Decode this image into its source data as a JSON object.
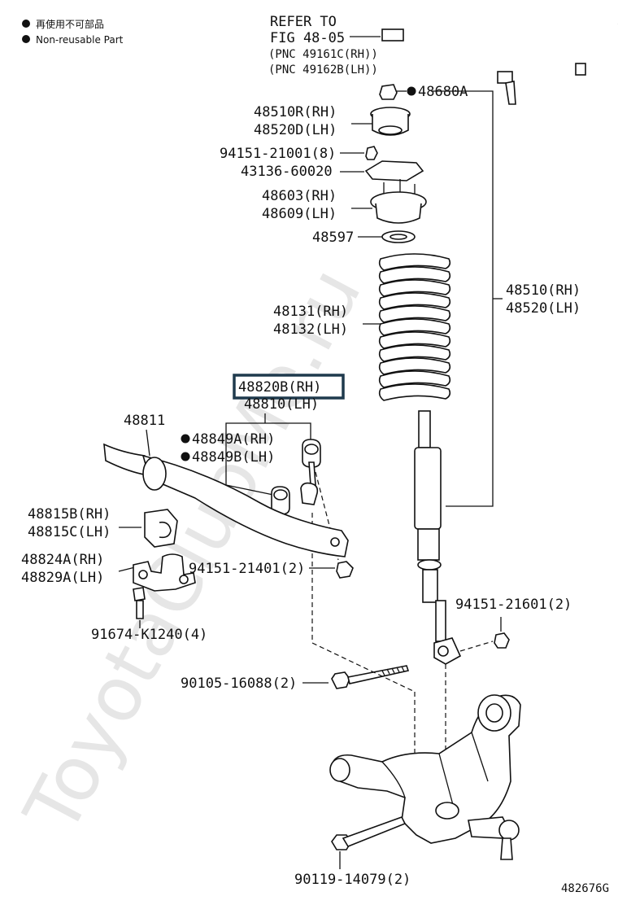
{
  "legend": {
    "reusable_text": "再使用不可部品",
    "nonreusable_text": "Non-reusable Part"
  },
  "watermark": "ToyotaClubMe.ru",
  "figure_id": "482676G",
  "refer": {
    "line1": "REFER TO",
    "line2": "FIG 48-05",
    "line3": "(PNC 49161C(RH))",
    "line4": "(PNC 49162B(LH))"
  },
  "parts": {
    "p48680A": "48680A",
    "p48510R": "48510R(RH)",
    "p48520D": "48520D(LH)",
    "p94151_21001": "94151-21001(8)",
    "p43136": "43136-60020",
    "p48603": "48603(RH)",
    "p48609": "48609(LH)",
    "p48597": "48597",
    "p48131": "48131(RH)",
    "p48132": "48132(LH)",
    "p48510": "48510(RH)",
    "p48520": "48520(LH)",
    "p48820B": "48820B(RH)",
    "p48810": "48810(LH)",
    "p48811": "48811",
    "p48849A": "48849A(RH)",
    "p48849B": "48849B(LH)",
    "p48815B": "48815B(RH)",
    "p48815C": "48815C(LH)",
    "p48824A": "48824A(RH)",
    "p48829A": "48829A(LH)",
    "p94151_21401": "94151-21401(2)",
    "p91674": "91674-K1240(4)",
    "p94151_21601": "94151-21601(2)",
    "p90105": "90105-16088(2)",
    "p90119": "90119-14079(2)"
  },
  "colors": {
    "highlight_fill": "#ffffff",
    "highlight_border": "#1f3a4d",
    "ink": "#111111",
    "watermark": "#e6e6e6"
  }
}
